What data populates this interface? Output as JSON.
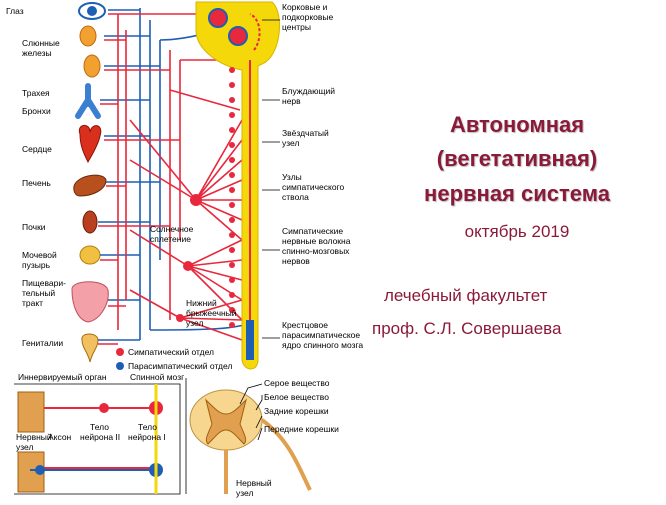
{
  "slide": {
    "title_line1": "Автономная",
    "title_line2": "(вегетативная)",
    "title_line3": "нервная система",
    "date": "октябрь 2019",
    "faculty": "лечебный факультет",
    "author": "проф. С.Л. Совершаева"
  },
  "organs": {
    "eye": "Глаз",
    "salivary1": "Слюнные",
    "salivary2": "железы",
    "trachea": "Трахея",
    "bronchi": "Бронхи",
    "heart": "Сердце",
    "liver": "Печень",
    "kidneys": "Почки",
    "bladder1": "Мочевой",
    "bladder2": "пузырь",
    "digestive1": "Пищевари-",
    "digestive2": "тельный",
    "digestive3": "тракт",
    "genitals": "Гениталии"
  },
  "structures": {
    "cortical1": "Корковые и",
    "cortical2": "подкорковые",
    "cortical3": "центры",
    "vagus1": "Блуждающий",
    "vagus2": "нерв",
    "stellate1": "Звёздчатый",
    "stellate2": "узел",
    "nodes1": "Узлы",
    "nodes2": "симпатического",
    "nodes3": "ствола",
    "fibers1": "Симпатические",
    "fibers2": "нервные волокна",
    "fibers3": "спинно-мозговых",
    "fibers4": "нервов",
    "solar1": "Солнечное",
    "solar2": "сплетение",
    "mesenteric1": "Нижний",
    "mesenteric2": "брыжеечный",
    "mesenteric3": "узел",
    "sacral1": "Крестцовое",
    "sacral2": "парасимпатическое",
    "sacral3": "ядро спинного мозга"
  },
  "legend": {
    "sympathetic": "Симпатический отдел",
    "parasympathetic": "Парасимпатический отдел"
  },
  "inset": {
    "innervated": "Иннервируемый орган",
    "spinal_cord": "Спинной мозг",
    "node1": "Нервный",
    "node2": "узел",
    "axon": "Аксон",
    "body2a": "Тело",
    "body2b": "нейрона II",
    "body1a": "Тело",
    "body1b": "нейрона I",
    "gray": "Серое вещество",
    "white": "Белое вещество",
    "posterior": "Задние корешки",
    "anterior": "Передние корешки",
    "bottom_node1": "Нервный",
    "bottom_node2": "узел"
  },
  "colors": {
    "sympathetic": "#e8283c",
    "parasympathetic": "#1e5fb4",
    "cord": "#f5d80a",
    "title": "#8b1a3a"
  }
}
